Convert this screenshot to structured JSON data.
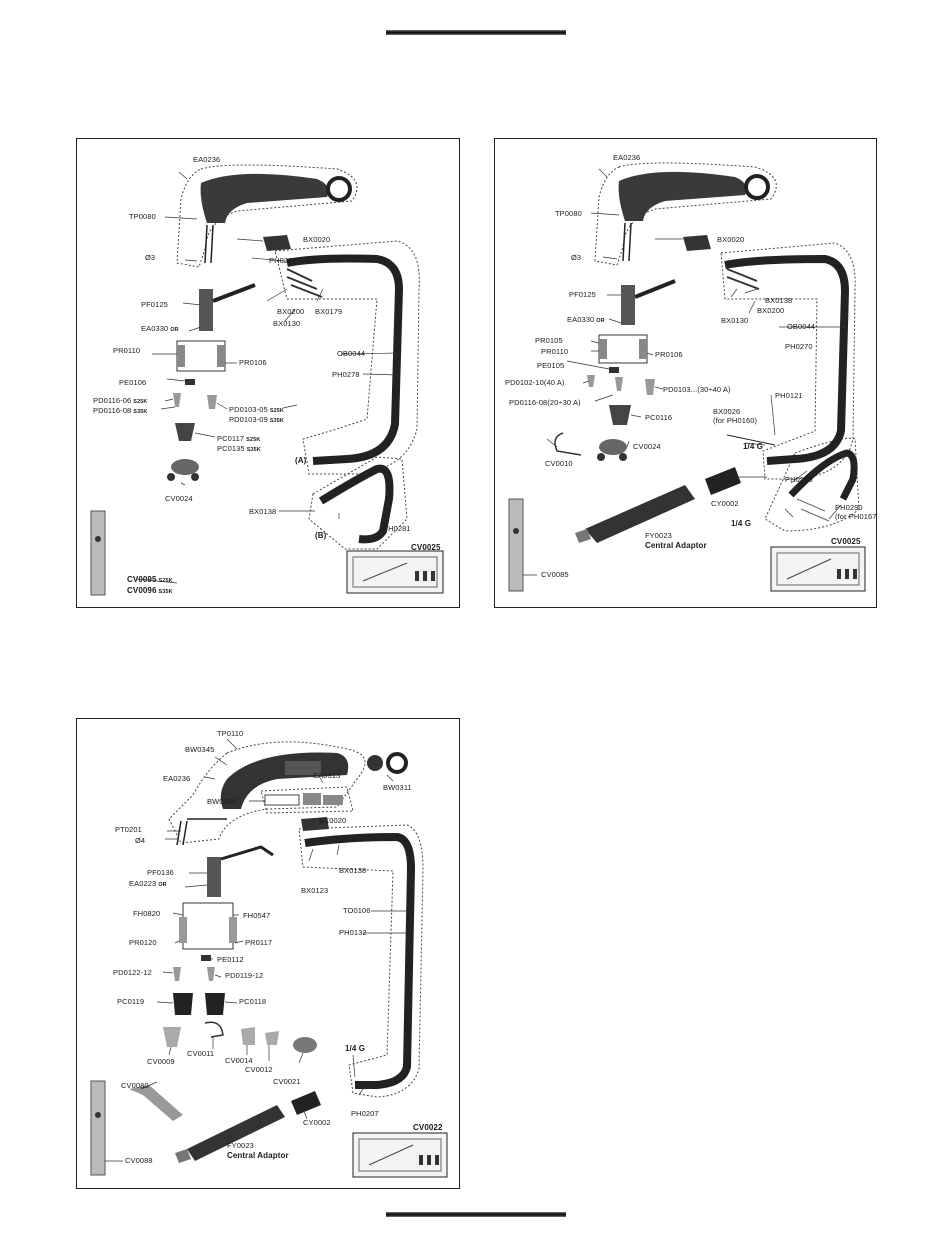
{
  "panels": {
    "a": {
      "labels": {
        "ea0236": "EA0236",
        "tp0080": "TP0080",
        "bx0020": "BX0020",
        "o3": "Ø3",
        "ph0288": "PH0288",
        "pf0125": "PF0125",
        "bx0200": "BX0200",
        "bx0179": "BX0179",
        "bx0130": "BX0130",
        "ea0330": "EA0330",
        "ea0330_or": "OR",
        "pr0110": "PR0110",
        "pr0106": "PR0106",
        "ob0044": "OB0044",
        "ph0278": "PH0278",
        "pe0106": "PE0106",
        "pd0116_06": "PD0116-06",
        "pd0116_06_tag": "S25K",
        "pd0116_08": "PD0116-08",
        "pd0116_08_tag": "S35K",
        "pd0103_05": "PD0103-05",
        "pd0103_05_tag": "S25K",
        "pd0103_09": "PD0103-09",
        "pd0103_09_tag": "S35K",
        "pc0117": "PC0117",
        "pc0117_tag": "S25K",
        "pc0135": "PC0135",
        "pc0135_tag": "S35K",
        "a_mark": "(A)",
        "cv0024": "CV0024",
        "bx0138": "BX0138",
        "b_mark": "(B)",
        "ph0281": "PH0281",
        "cv0025": "CV0025",
        "cv0095": "CV0095",
        "cv0095_tag": "S25K",
        "cv0096": "CV0096",
        "cv0096_tag": "S35K"
      }
    },
    "b": {
      "labels": {
        "ea0236": "EA0236",
        "tp0080": "TP0080",
        "bx0020": "BX0020",
        "o3": "Ø3",
        "pf0125": "PF0125",
        "bx0138": "BX0138",
        "bx0200": "BX0200",
        "bx0130": "BX0130",
        "ea0330": "EA0330",
        "ea0330_or": "OR",
        "ob0044": "OB0044",
        "pr0105": "PR0105",
        "pr0110": "PR0110",
        "pr0106": "PR0106",
        "ph0270": "PH0270",
        "pe0105": "PE0105",
        "pd0102": "PD0102-10",
        "pd0102_note": "(40 A)",
        "pd0103": "PD0103...",
        "pd0103_note": "(30÷40 A)",
        "pd0116": "PD0116-08",
        "pd0116_note": "(20÷30 A)",
        "pc0116": "PC0116",
        "ph0121": "PH0121",
        "bx0026": "BX0026",
        "bx0026_note": "(for PH0160)",
        "cv0010": "CV0010",
        "cv0024": "CV0024",
        "quarter_g_top": "1/4 G",
        "ph0285": "PH0285",
        "cy0002": "CY0002",
        "ph0290": "PH0290",
        "ph0290_note": "(for PH0167)",
        "quarter_g_bottom": "1/4 G",
        "fy0023": "FY0023",
        "central_adaptor": "Central Adaptor",
        "cv0025": "CV0025",
        "cv0085": "CV0085"
      }
    },
    "c": {
      "labels": {
        "tp0110": "TP0110",
        "bw0345": "BW0345",
        "ea0236": "EA0236",
        "ea0313": "EA0313",
        "bw0311": "BW0311",
        "bw0340": "BW0340",
        "pt0201": "PT0201",
        "o4": "Ø4",
        "bx0020": "BX0020",
        "bx0138": "BX0138",
        "pf0136": "PF0136",
        "bx0123": "BX0123",
        "ea0223": "EA0223",
        "ea0223_or": "OR",
        "fh0820": "FH0820",
        "fh0547": "FH0547",
        "to0106": "TO0106",
        "pr0120": "PR0120",
        "pr0117": "PR0117",
        "ph0132": "PH0132",
        "pe0112": "PE0112",
        "pd0122": "PD0122-12",
        "pd0119": "PD0119-12",
        "pc0119": "PC0119",
        "pc0118": "PC0118",
        "cv0009": "CV0009",
        "cv0011": "CV0011",
        "cv0014": "CV0014",
        "cv0012": "CV0012",
        "cv0021": "CV0021",
        "quarter_g": "1/4 G",
        "cv0080": "CV0080",
        "ph0207": "PH0207",
        "cy0002": "CY0002",
        "fy0023": "FY0023",
        "central_adaptor": "Central Adaptor",
        "cv0022": "CV0022",
        "cv0088": "CV0088"
      }
    }
  }
}
